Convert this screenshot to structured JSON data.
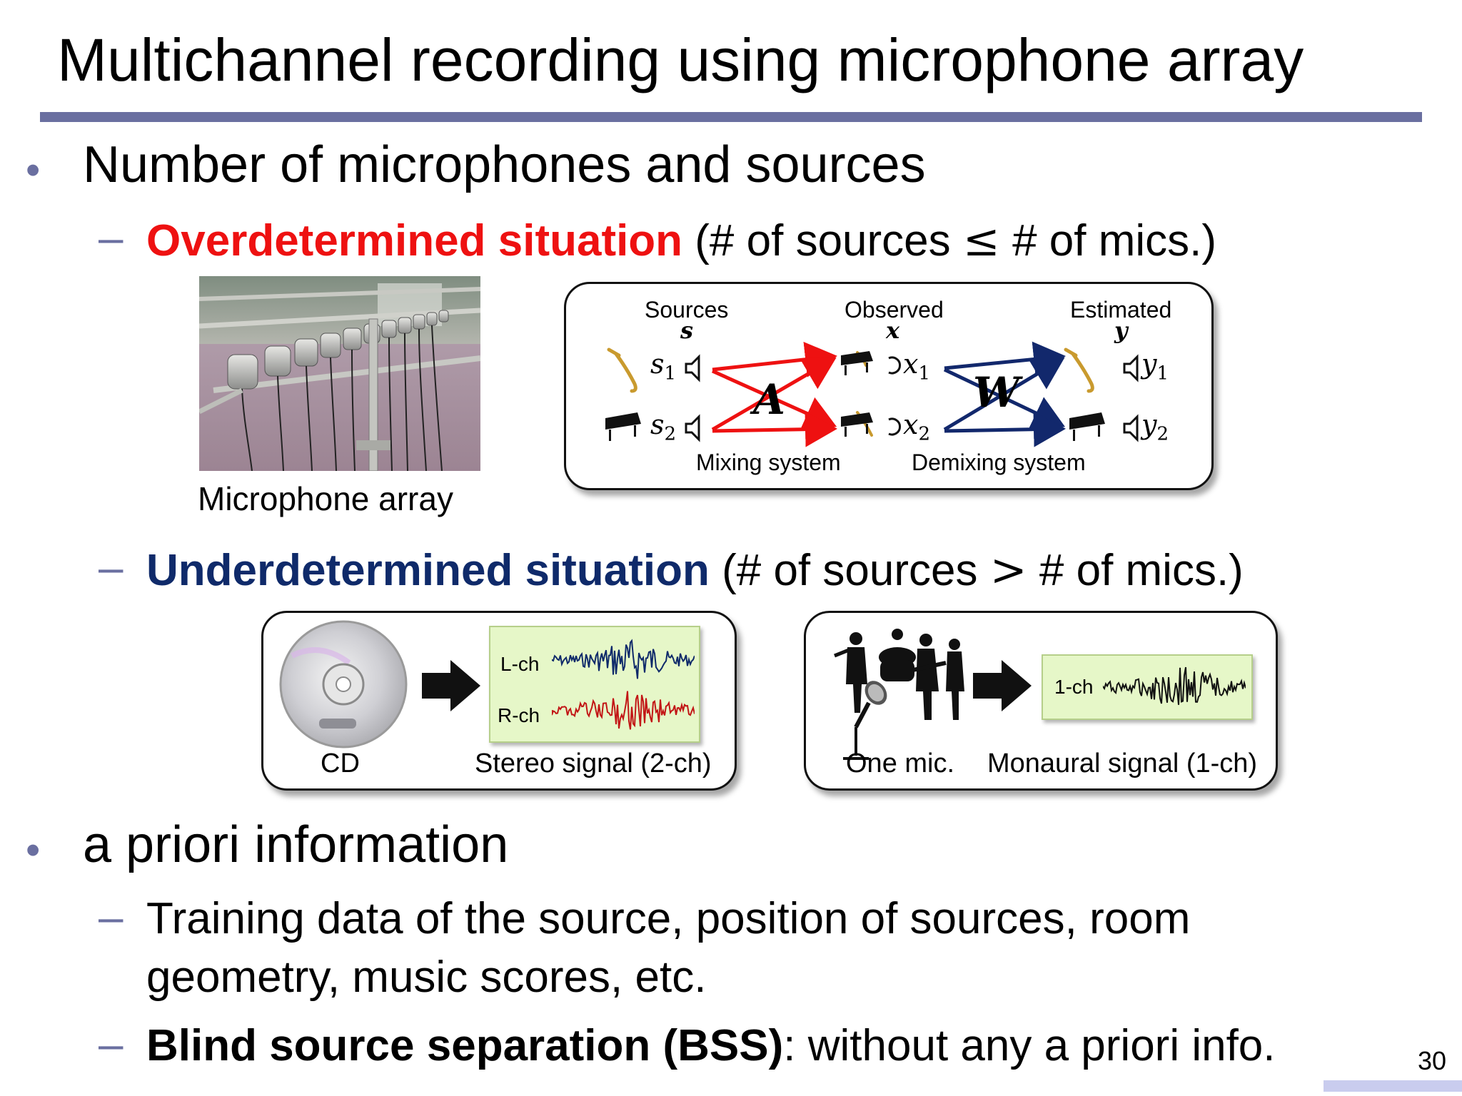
{
  "slide": {
    "title": "Multichannel recording using microphone array",
    "page_number": "30"
  },
  "bullet1": {
    "text": "Number of microphones and sources",
    "over": {
      "highlight": "Overdetermined situation",
      "rest_a": " (# of sources ",
      "symbol": "≤",
      "rest_b": " # of mics.)"
    },
    "photo_caption": "Microphone array",
    "diagram": {
      "col_sources": "Sources",
      "col_sources_sym": "s",
      "col_observed": "Observed",
      "col_observed_sym": "x",
      "col_estimated": "Estimated",
      "col_estimated_sym": "y",
      "s1": "s",
      "s1_sub": "1",
      "s2": "s",
      "s2_sub": "2",
      "x1": "x",
      "x1_sub": "1",
      "x2": "x",
      "x2_sub": "2",
      "y1": "y",
      "y1_sub": "1",
      "y2": "y",
      "y2_sub": "2",
      "mixing_matrix": "A",
      "demixing_matrix": "W",
      "mixing_label": "Mixing system",
      "demixing_label": "Demixing system"
    },
    "under": {
      "highlight": "Underdetermined situation",
      "rest_a": " (# of sources ",
      "symbol": ">",
      "rest_b": " # of mics.)"
    },
    "stereo_panel": {
      "left_caption": "CD",
      "right_caption": "Stereo signal (2-ch)",
      "lch": "L-ch",
      "rch": "R-ch"
    },
    "mono_panel": {
      "left_caption": "One mic.",
      "right_caption": "Monaural signal (1-ch)",
      "ch": "1-ch"
    }
  },
  "bullet2": {
    "text": "a priori information",
    "sub1_line1": "Training data of the source, position of sources, room",
    "sub1_line2": "geometry, music scores, etc.",
    "sub2_bold": "Blind source separation (BSS)",
    "sub2_rest": ": without any a priori info."
  },
  "colors": {
    "accent": "#6a6fa0",
    "red": "#ee1111",
    "navy": "#0f2a6a",
    "signal_box": "#e6f7c8"
  }
}
